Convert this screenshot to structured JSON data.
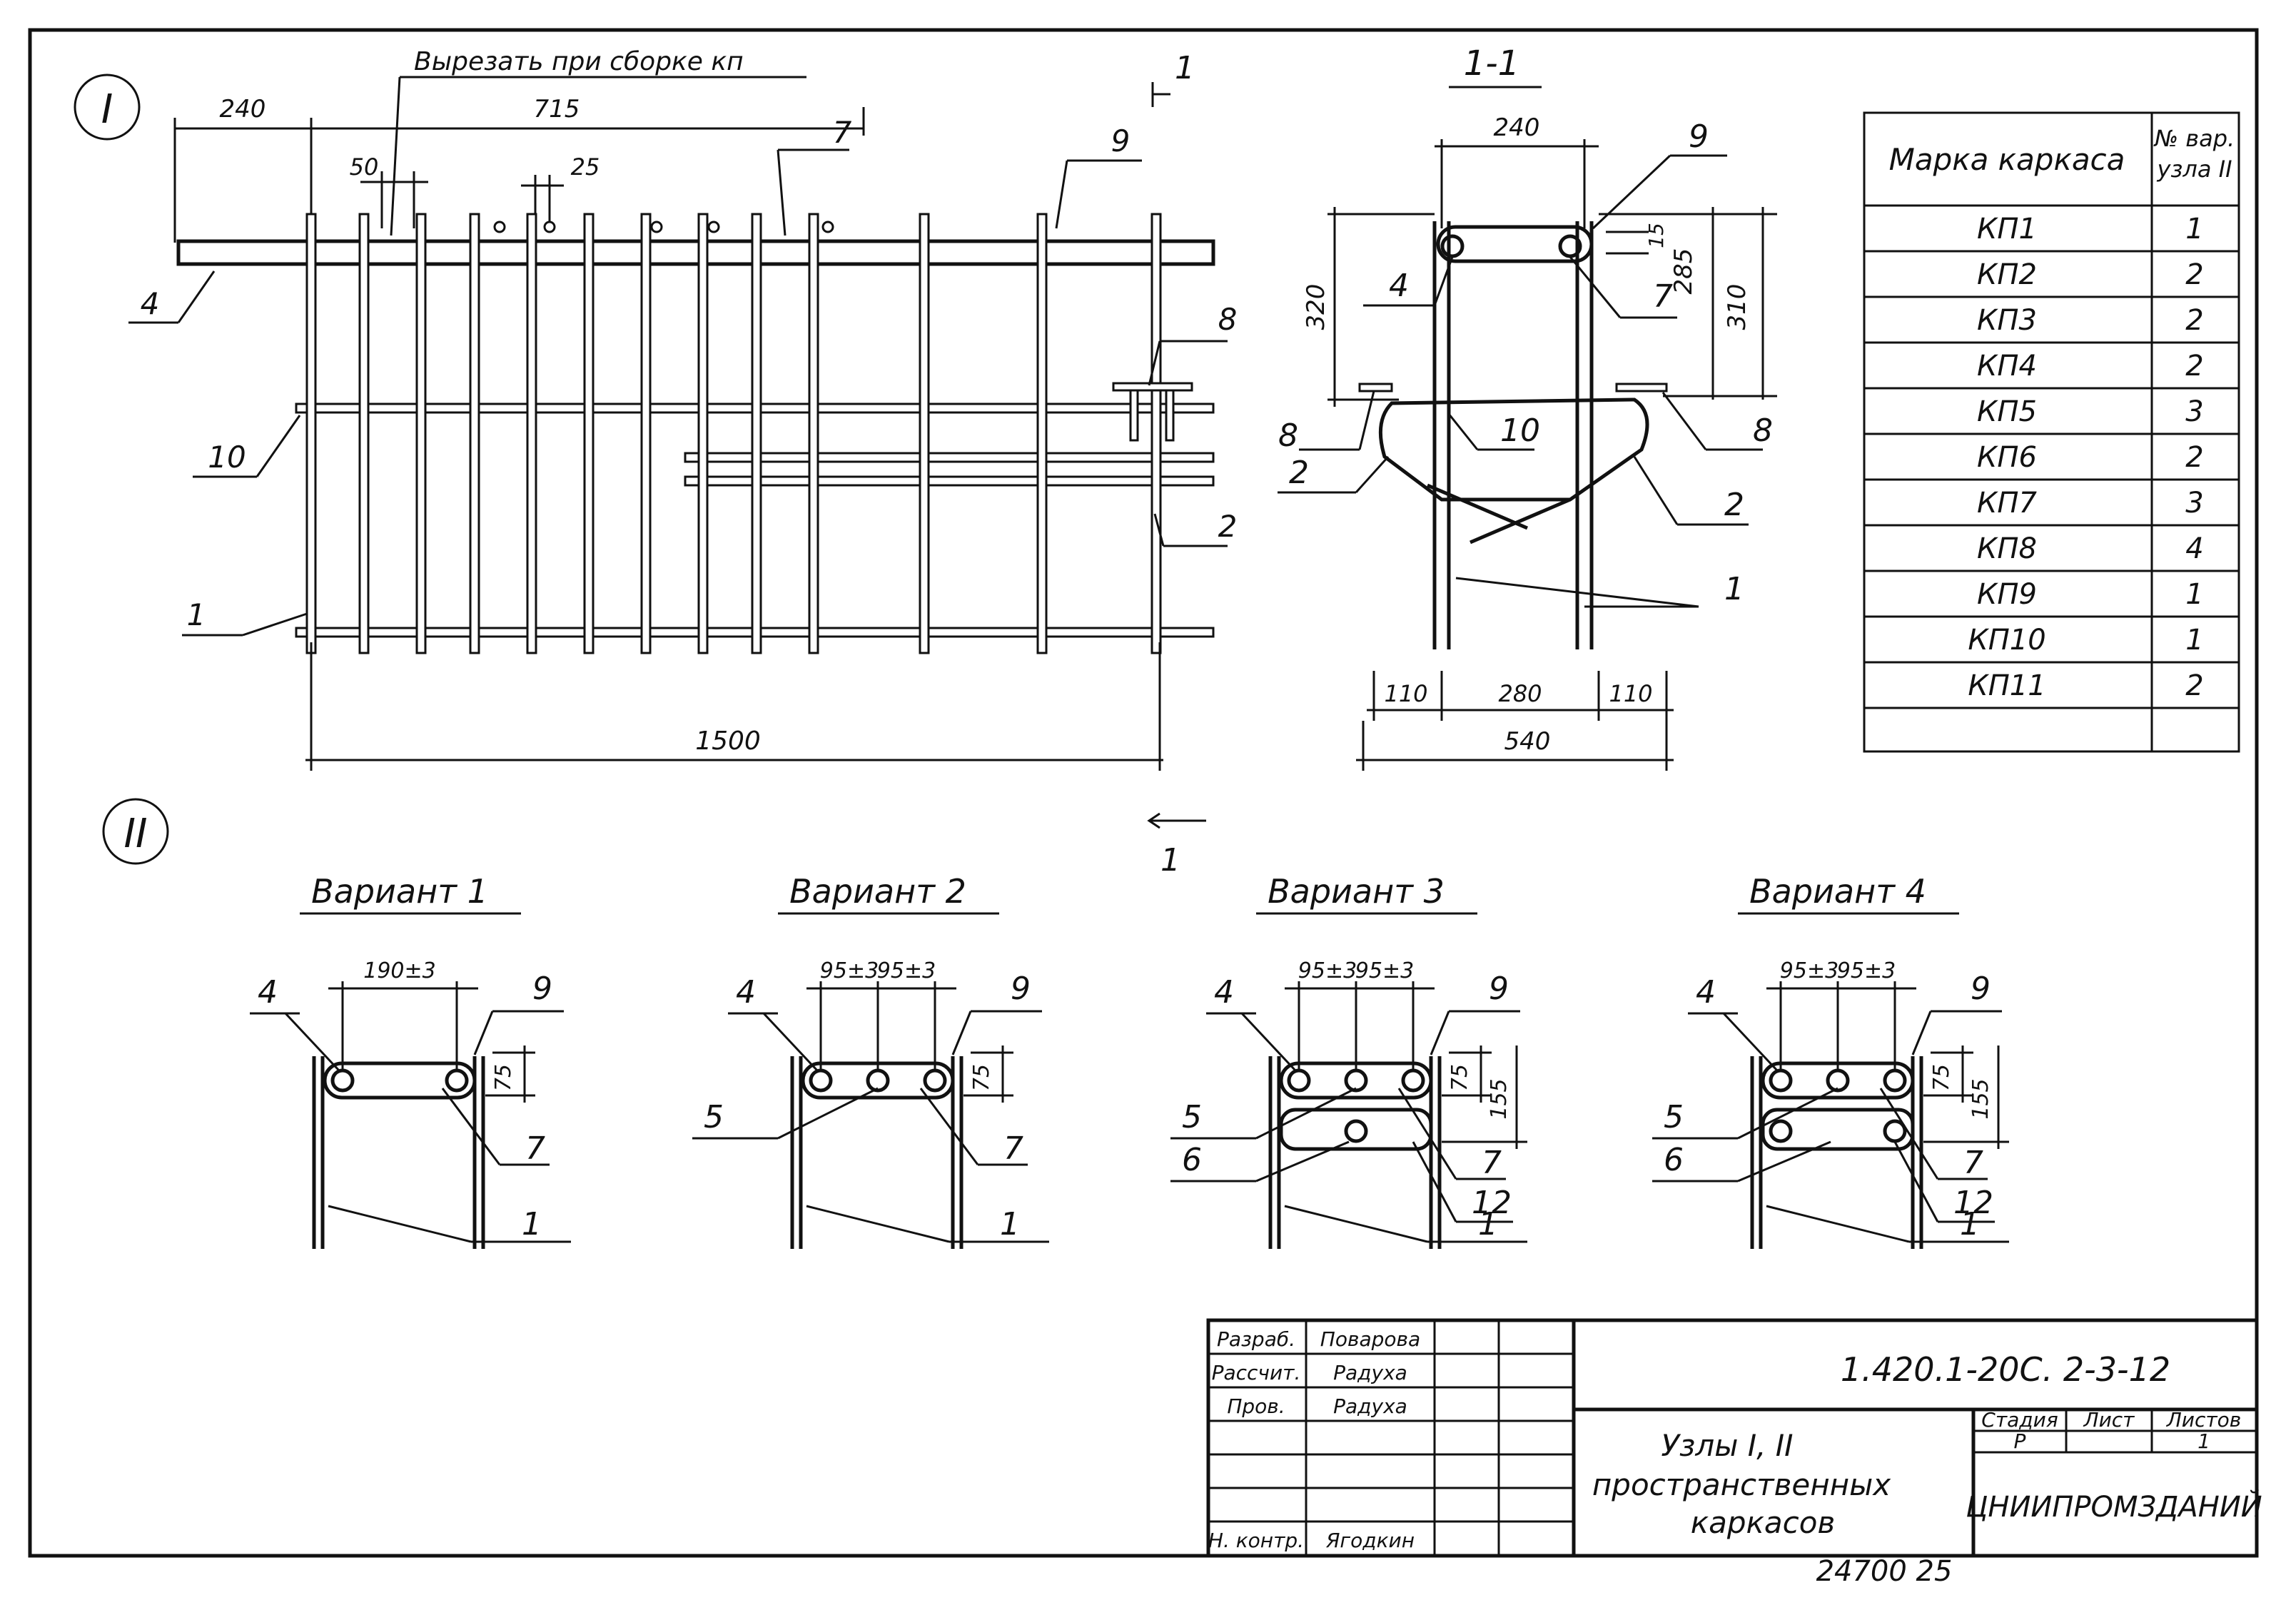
{
  "node1": {
    "marker": "I",
    "note": "Вырезать при сборке кп",
    "dims": {
      "d240": "240",
      "d715": "715",
      "d50": "50",
      "d25": "25",
      "d1500": "1500"
    },
    "labels": {
      "p4": "4",
      "p7": "7",
      "p9": "9",
      "p8": "8",
      "p10": "10",
      "p2": "2",
      "p1": "1"
    },
    "section_mark": "1"
  },
  "section": {
    "title": "1-1",
    "dims": {
      "d240": "240",
      "d320": "320",
      "d285": "285",
      "d310": "310",
      "d15": "15",
      "d110a": "110",
      "d280": "280",
      "d110b": "110",
      "d540": "540"
    },
    "labels": {
      "p9": "9",
      "p4": "4",
      "p7": "7",
      "p8l": "8",
      "p8r": "8",
      "p10": "10",
      "p2l": "2",
      "p2r": "2",
      "p1": "1"
    }
  },
  "table": {
    "header_col1": "Марка каркаса",
    "header_col2_line1": "№ вар.",
    "header_col2_line2": "узла II",
    "rows": [
      {
        "mark": "КП1",
        "var": "1"
      },
      {
        "mark": "КП2",
        "var": "2"
      },
      {
        "mark": "КП3",
        "var": "2"
      },
      {
        "mark": "КП4",
        "var": "2"
      },
      {
        "mark": "КП5",
        "var": "3"
      },
      {
        "mark": "КП6",
        "var": "2"
      },
      {
        "mark": "КП7",
        "var": "3"
      },
      {
        "mark": "КП8",
        "var": "4"
      },
      {
        "mark": "КП9",
        "var": "1"
      },
      {
        "mark": "КП10",
        "var": "1"
      },
      {
        "mark": "КП11",
        "var": "2"
      }
    ]
  },
  "node2": {
    "marker": "II",
    "section_mark": "1",
    "variants": [
      {
        "title": "Вариант 1",
        "dim_a": "190±3",
        "dim_h": "75",
        "l4": "4",
        "l9": "9",
        "l7": "7",
        "l1": "1"
      },
      {
        "title": "Вариант 2",
        "dim_a": "95±3",
        "dim_b": "95±3",
        "dim_h": "75",
        "l4": "4",
        "l5": "5",
        "l9": "9",
        "l7": "7",
        "l1": "1"
      },
      {
        "title": "Вариант 3",
        "dim_a": "95±3",
        "dim_b": "95±3",
        "dim_h": "75",
        "dim_h2": "155",
        "l4": "4",
        "l5": "5",
        "l6": "6",
        "l9": "9",
        "l7": "7",
        "l12": "12",
        "l1": "1"
      },
      {
        "title": "Вариант 4",
        "dim_a": "95±3",
        "dim_b": "95±3",
        "dim_h": "75",
        "dim_h2": "155",
        "l4": "4",
        "l5": "5",
        "l6": "6",
        "l9": "9",
        "l7": "7",
        "l12": "12",
        "l1": "1"
      }
    ]
  },
  "title_block": {
    "rows": [
      {
        "role": "Разраб.",
        "name": "Поварова"
      },
      {
        "role": "Рассчит.",
        "name": "Радуха"
      },
      {
        "role": "Пров.",
        "name": "Радуха"
      },
      {
        "role": "",
        "name": ""
      },
      {
        "role": "",
        "name": ""
      },
      {
        "role": "",
        "name": ""
      },
      {
        "role": "Н. контр.",
        "name": "Ягодкин"
      }
    ],
    "code": "1.420.1-20С. 2-3-12",
    "title_line1": "Узлы I, II",
    "title_line2": "пространственных",
    "title_line3": "каркасов",
    "stage_label": "Стадия",
    "sheet_label": "Лист",
    "sheets_label": "Листов",
    "stage_value": "Р",
    "sheets_value": "1",
    "org": "ЦНИИПРОМЗДАНИЙ",
    "inventory": "24700   25"
  }
}
